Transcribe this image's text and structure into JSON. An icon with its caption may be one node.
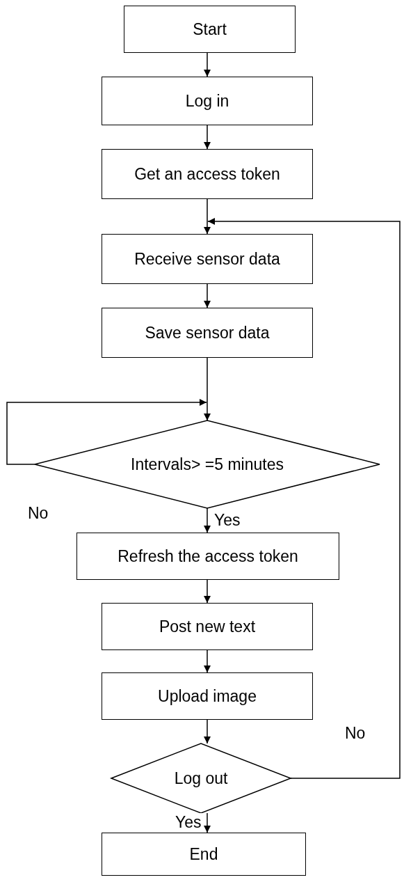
{
  "diagram": {
    "nodes": [
      {
        "text": [
          "Start"
        ]
      },
      {
        "text": [
          "Log in"
        ]
      },
      {
        "text": [
          "Get an access token"
        ]
      },
      {
        "text": [
          "Receive sensor data"
        ]
      },
      {
        "text": [
          "Save sensor data"
        ]
      },
      {
        "text": [
          "Intervals> =5 minutes"
        ]
      },
      {
        "text": [
          "Refresh the access token"
        ]
      },
      {
        "text": [
          "Post new text"
        ]
      },
      {
        "text": [
          "Upload image"
        ]
      },
      {
        "text": [
          "Log out"
        ]
      },
      {
        "text": [
          "End"
        ]
      }
    ],
    "edges": [
      {
        "from": 0,
        "to": 1,
        "arrow": "to"
      },
      {
        "from": 1,
        "to": 2,
        "arrow": "to"
      },
      {
        "from": 2,
        "to": 3,
        "arrow": "to"
      },
      {
        "from": 3,
        "to": 4,
        "arrow": "to"
      },
      {
        "from": 4,
        "to": 5,
        "arrow": "to"
      },
      {
        "from": 5,
        "to": 5,
        "arrow": "to",
        "label": "No"
      },
      {
        "from": 5,
        "to": 6,
        "arrow": "to",
        "label": "Yes"
      },
      {
        "from": 6,
        "to": 7,
        "arrow": "to"
      },
      {
        "from": 7,
        "to": 8,
        "arrow": "to"
      },
      {
        "from": 8,
        "to": 9,
        "arrow": "to"
      },
      {
        "from": 9,
        "to": 10,
        "arrow": "to",
        "label": "Yes"
      },
      {
        "from": 9,
        "to": 3,
        "arrow": "to",
        "label": "No"
      }
    ]
  }
}
